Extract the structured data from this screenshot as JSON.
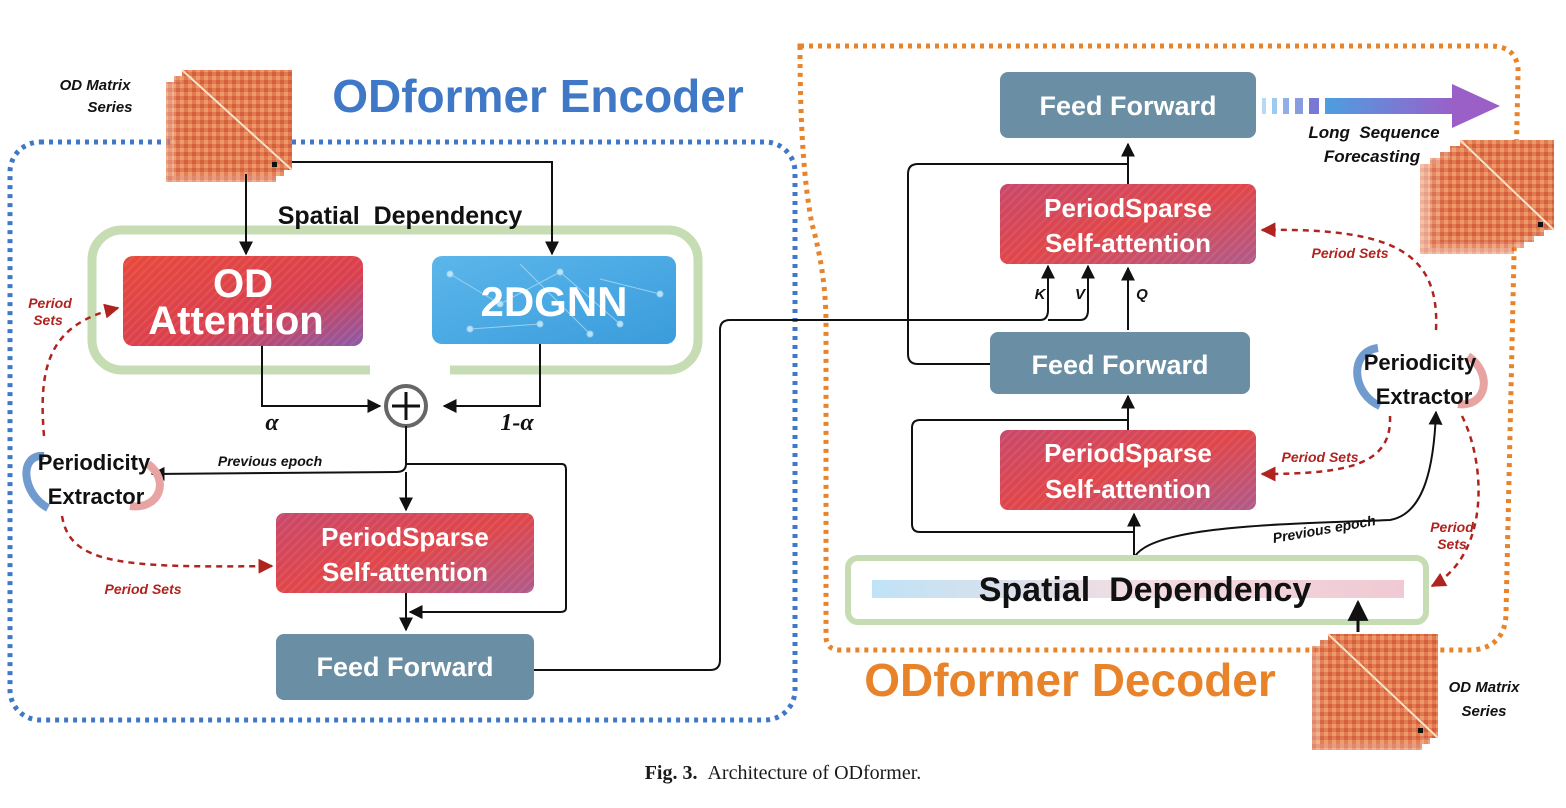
{
  "encoder": {
    "title": "ODformer Encoder",
    "od_matrix_label_line1": "OD Matrix",
    "od_matrix_label_line2": "Series",
    "spatial_dependency": "Spatial  Dependency",
    "od_attention_line1": "OD",
    "od_attention_line2": "Attention",
    "gnn_label": "2DGNN",
    "alpha": "α",
    "one_minus_alpha": "1-α",
    "previous_epoch": "Previous epoch",
    "periodicity_line1": "Periodicity",
    "periodicity_line2": "Extractor",
    "period_sets_vertical_line1": "Period",
    "period_sets_vertical_line2": "Sets",
    "period_sets_bottom": "Period Sets",
    "periodsparse_line1": "PeriodSparse",
    "periodsparse_line2": "Self-attention",
    "feed_forward": "Feed Forward"
  },
  "decoder": {
    "title": "ODformer Decoder",
    "feed_forward_top": "Feed Forward",
    "long_seq_line1": "Long  Sequence",
    "long_seq_line2": "Forecasting",
    "periodsparse_top_line1": "PeriodSparse",
    "periodsparse_top_line2": "Self-attention",
    "k_label": "K",
    "v_label": "V",
    "q_label": "Q",
    "period_sets_top": "Period Sets",
    "feed_forward_mid": "Feed Forward",
    "periodicity_line1": "Periodicity",
    "periodicity_line2": "Extractor",
    "periodsparse_bottom_line1": "PeriodSparse",
    "periodsparse_bottom_line2": "Self-attention",
    "period_sets_mid": "Period Sets",
    "previous_epoch": "Previous epoch",
    "period_sets_right_line1": "Period",
    "period_sets_right_line2": "Sets",
    "spatial_dependency": "Spatial  Dependency",
    "od_matrix_label_line1": "OD Matrix",
    "od_matrix_label_line2": "Series"
  },
  "caption": {
    "fig": "Fig. 3.",
    "text": "Architecture of ODformer."
  },
  "colors": {
    "encoder_blue": "#3f78c6",
    "decoder_orange": "#e8832a",
    "green_frame": "#c6ddb4",
    "slate_block": "#6a8ea3",
    "red_block": "#e0464a",
    "sky_block": "#49a9e2",
    "dash_red": "#b0241f"
  }
}
